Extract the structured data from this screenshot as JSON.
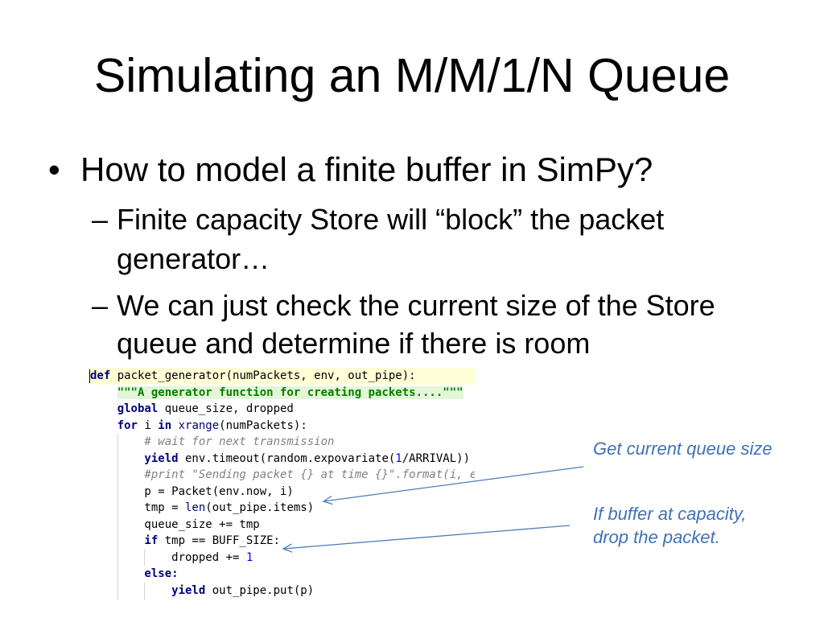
{
  "slide": {
    "title": "Simulating an M/M/1/N Queue",
    "bullet": {
      "marker": "•",
      "text": "How to model a finite buffer in SimPy?",
      "sub_items": [
        {
          "marker": "–",
          "lines": [
            "Finite capacity Store will “block” the packet",
            "generator…"
          ]
        },
        {
          "marker": "–",
          "lines": [
            "We can just check the current size of the Store",
            "queue and determine if there is room"
          ]
        }
      ]
    },
    "code": {
      "lines": [
        {
          "indent": 0,
          "highlight": "caret-line",
          "tokens": [
            {
              "text": "def",
              "kind": "keyword"
            },
            {
              "text": " packet_generator(numPackets, env, out_pipe):",
              "kind": "plain"
            }
          ]
        },
        {
          "indent": 1,
          "tokens": [
            {
              "text": "\"\"\"A generator function for creating packets....\"\"\"",
              "kind": "docstring"
            }
          ]
        },
        {
          "indent": 1,
          "tokens": [
            {
              "text": "global",
              "kind": "keyword"
            },
            {
              "text": " queue_size, dropped",
              "kind": "plain"
            }
          ]
        },
        {
          "indent": 1,
          "tokens": [
            {
              "text": "for",
              "kind": "keyword"
            },
            {
              "text": " i ",
              "kind": "plain"
            },
            {
              "text": "in",
              "kind": "keyword"
            },
            {
              "text": " ",
              "kind": "plain"
            },
            {
              "text": "xrange",
              "kind": "builtin"
            },
            {
              "text": "(numPackets):",
              "kind": "plain"
            }
          ]
        },
        {
          "indent": 2,
          "tokens": [
            {
              "text": "# wait for next transmission",
              "kind": "comment"
            }
          ]
        },
        {
          "indent": 2,
          "tokens": [
            {
              "text": "yield",
              "kind": "keyword"
            },
            {
              "text": " env.timeout(random.expovariate(",
              "kind": "plain"
            },
            {
              "text": "1",
              "kind": "number"
            },
            {
              "text": "/ARRIVAL))",
              "kind": "plain"
            }
          ]
        },
        {
          "indent": 2,
          "tokens": [
            {
              "text": "#print \"Sending packet {} at time {}\".format(i, e",
              "kind": "comment"
            }
          ]
        },
        {
          "indent": 2,
          "tokens": [
            {
              "text": "p = Packet(env.now, i)",
              "kind": "plain"
            }
          ]
        },
        {
          "indent": 2,
          "tokens": [
            {
              "text": "tmp = ",
              "kind": "plain"
            },
            {
              "text": "len",
              "kind": "builtin"
            },
            {
              "text": "(out_pipe.items)",
              "kind": "plain"
            }
          ]
        },
        {
          "indent": 2,
          "tokens": [
            {
              "text": "queue_size += tmp",
              "kind": "plain"
            }
          ]
        },
        {
          "indent": 2,
          "tokens": [
            {
              "text": "if",
              "kind": "keyword"
            },
            {
              "text": " tmp == BUFF_SIZE:",
              "kind": "plain"
            }
          ]
        },
        {
          "indent": 3,
          "tokens": [
            {
              "text": "dropped += ",
              "kind": "plain"
            },
            {
              "text": "1",
              "kind": "number"
            }
          ]
        },
        {
          "indent": 2,
          "tokens": [
            {
              "text": "else:",
              "kind": "keyword"
            }
          ]
        },
        {
          "indent": 3,
          "tokens": [
            {
              "text": "yield",
              "kind": "keyword"
            },
            {
              "text": " out_pipe.put(p)",
              "kind": "plain"
            }
          ]
        }
      ]
    },
    "annotations": [
      {
        "lines": [
          "Get current queue size"
        ]
      },
      {
        "lines": [
          "If buffer at capacity,",
          "drop the packet."
        ]
      }
    ]
  },
  "colors": {
    "background": "#ffffff",
    "text": "#000000",
    "annotation": "#3f72b7",
    "arrow": "#4a7ebb",
    "keyword": "#000080",
    "docstring": "#008000",
    "docstring_bg": "#e4f5d9",
    "comment": "#808080",
    "number": "#0000ff",
    "caret_line_bg": "#ffffd7",
    "indent_guide": "#d6d6d6"
  }
}
